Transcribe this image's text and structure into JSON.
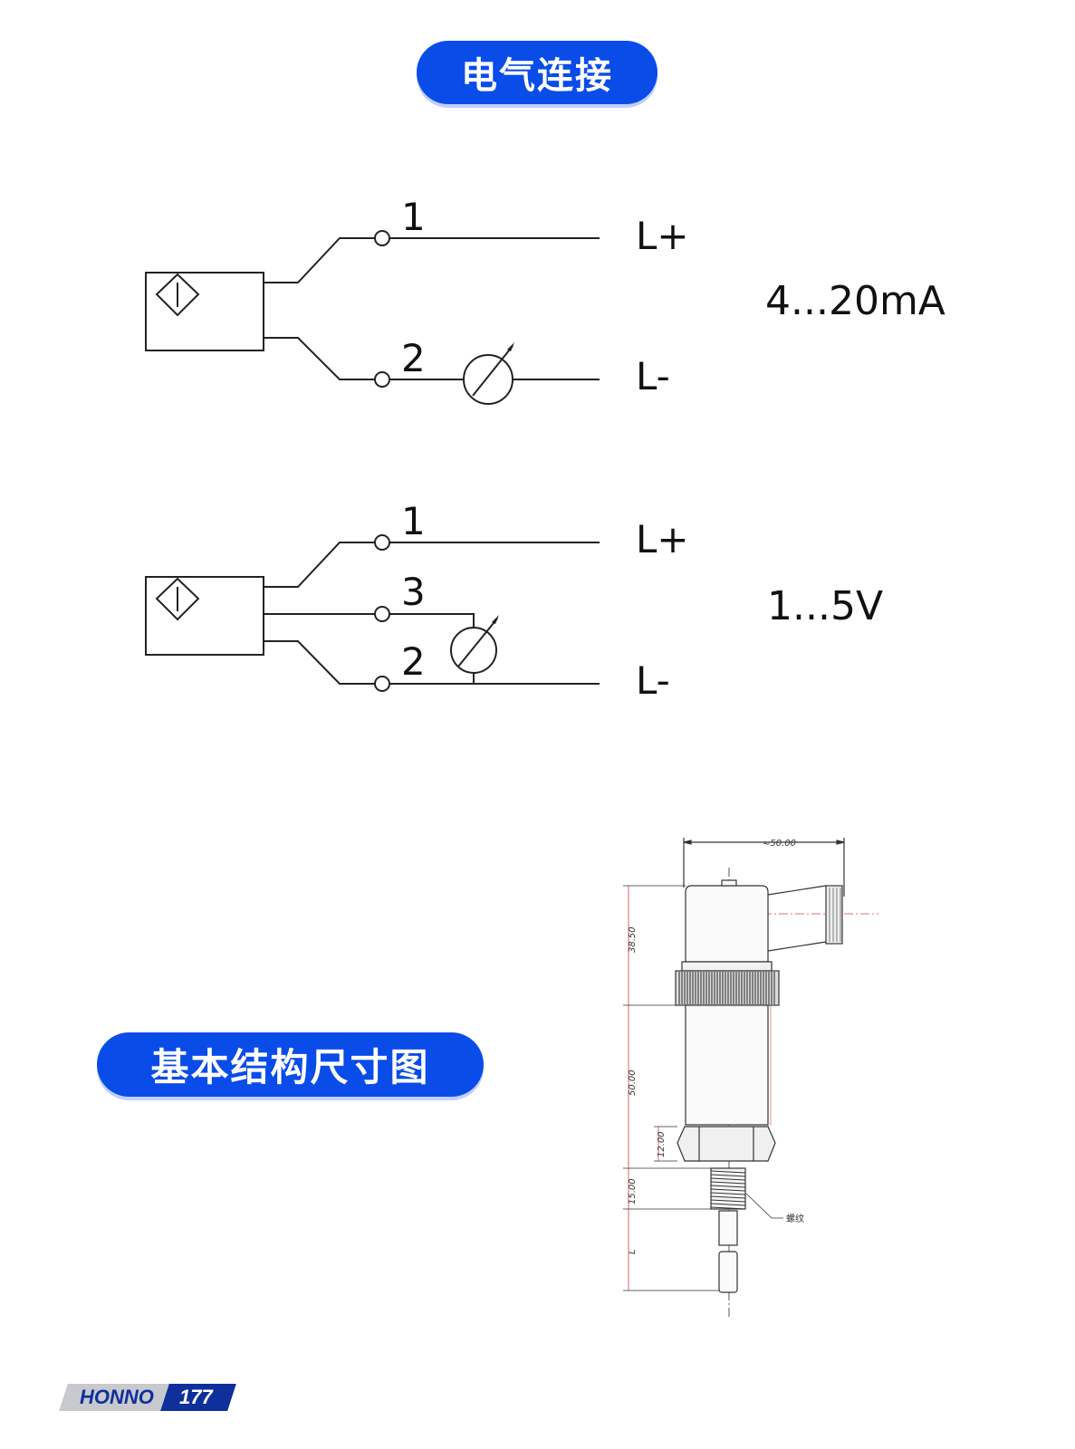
{
  "headings": {
    "electrical": "电气连接",
    "dimensions": "基本结构尺寸图"
  },
  "circuit_current": {
    "pins": [
      "1",
      "2"
    ],
    "terminals": [
      "L+",
      "L-"
    ],
    "output": "4...20mA"
  },
  "circuit_voltage": {
    "pins": [
      "1",
      "3",
      "2"
    ],
    "terminals": [
      "L+",
      "L-"
    ],
    "output": "1...5V"
  },
  "drawing": {
    "width_dim": "≈50.00",
    "dims": [
      "38.50",
      "50.00",
      "12.00",
      "15.00",
      "L"
    ],
    "thread_label": "螺纹"
  },
  "footer": {
    "brand": "HONNO",
    "page": "177"
  }
}
